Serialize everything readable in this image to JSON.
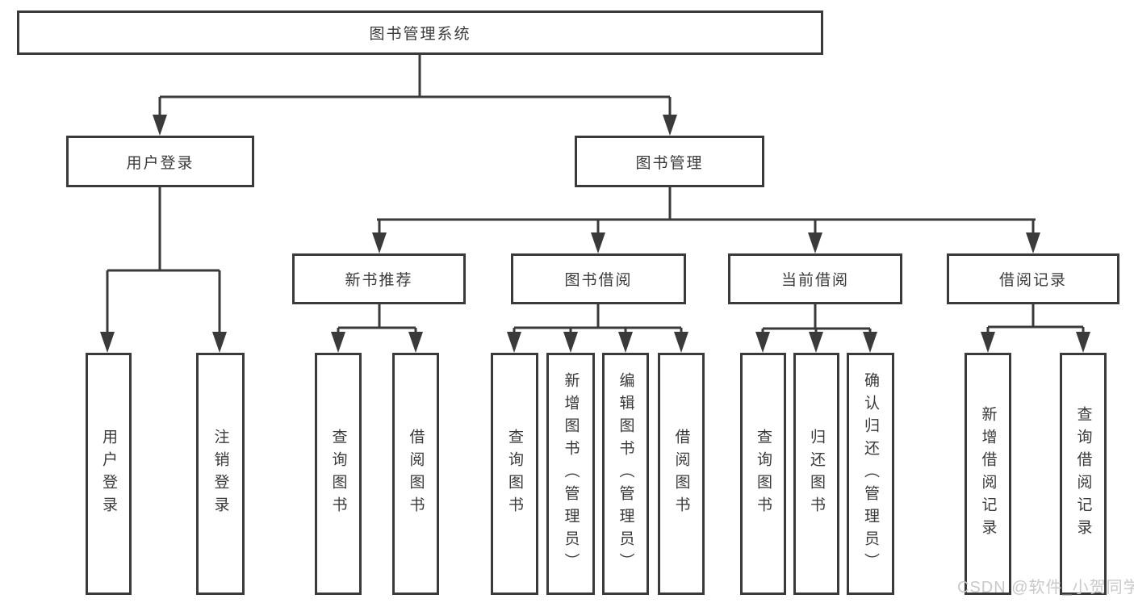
{
  "nodes": {
    "root": "图书管理系统",
    "user_login": "用户登录",
    "book_mgmt": "图书管理",
    "new_book_rec": "新书推荐",
    "book_borrow": "图书借阅",
    "current_borrow": "当前借阅",
    "borrow_record": "借阅记录"
  },
  "leaves": {
    "user_login": [
      "用户登录",
      "注销登录"
    ],
    "new_book_rec": [
      "查询图书",
      "借阅图书"
    ],
    "book_borrow": [
      "查询图书",
      "新增图书（管理员）",
      "编辑图书（管理员）",
      "借阅图书"
    ],
    "current_borrow": [
      "查询图书",
      "归还图书",
      "确认归还（管理员）"
    ],
    "borrow_record": [
      "新增借阅记录",
      "查询借阅记录"
    ]
  },
  "watermark": "CSDN @软件_小贺同学",
  "colors": {
    "line": "#3a3a3a",
    "text": "#3a3a3a",
    "watermark": "#c9c9c9"
  }
}
